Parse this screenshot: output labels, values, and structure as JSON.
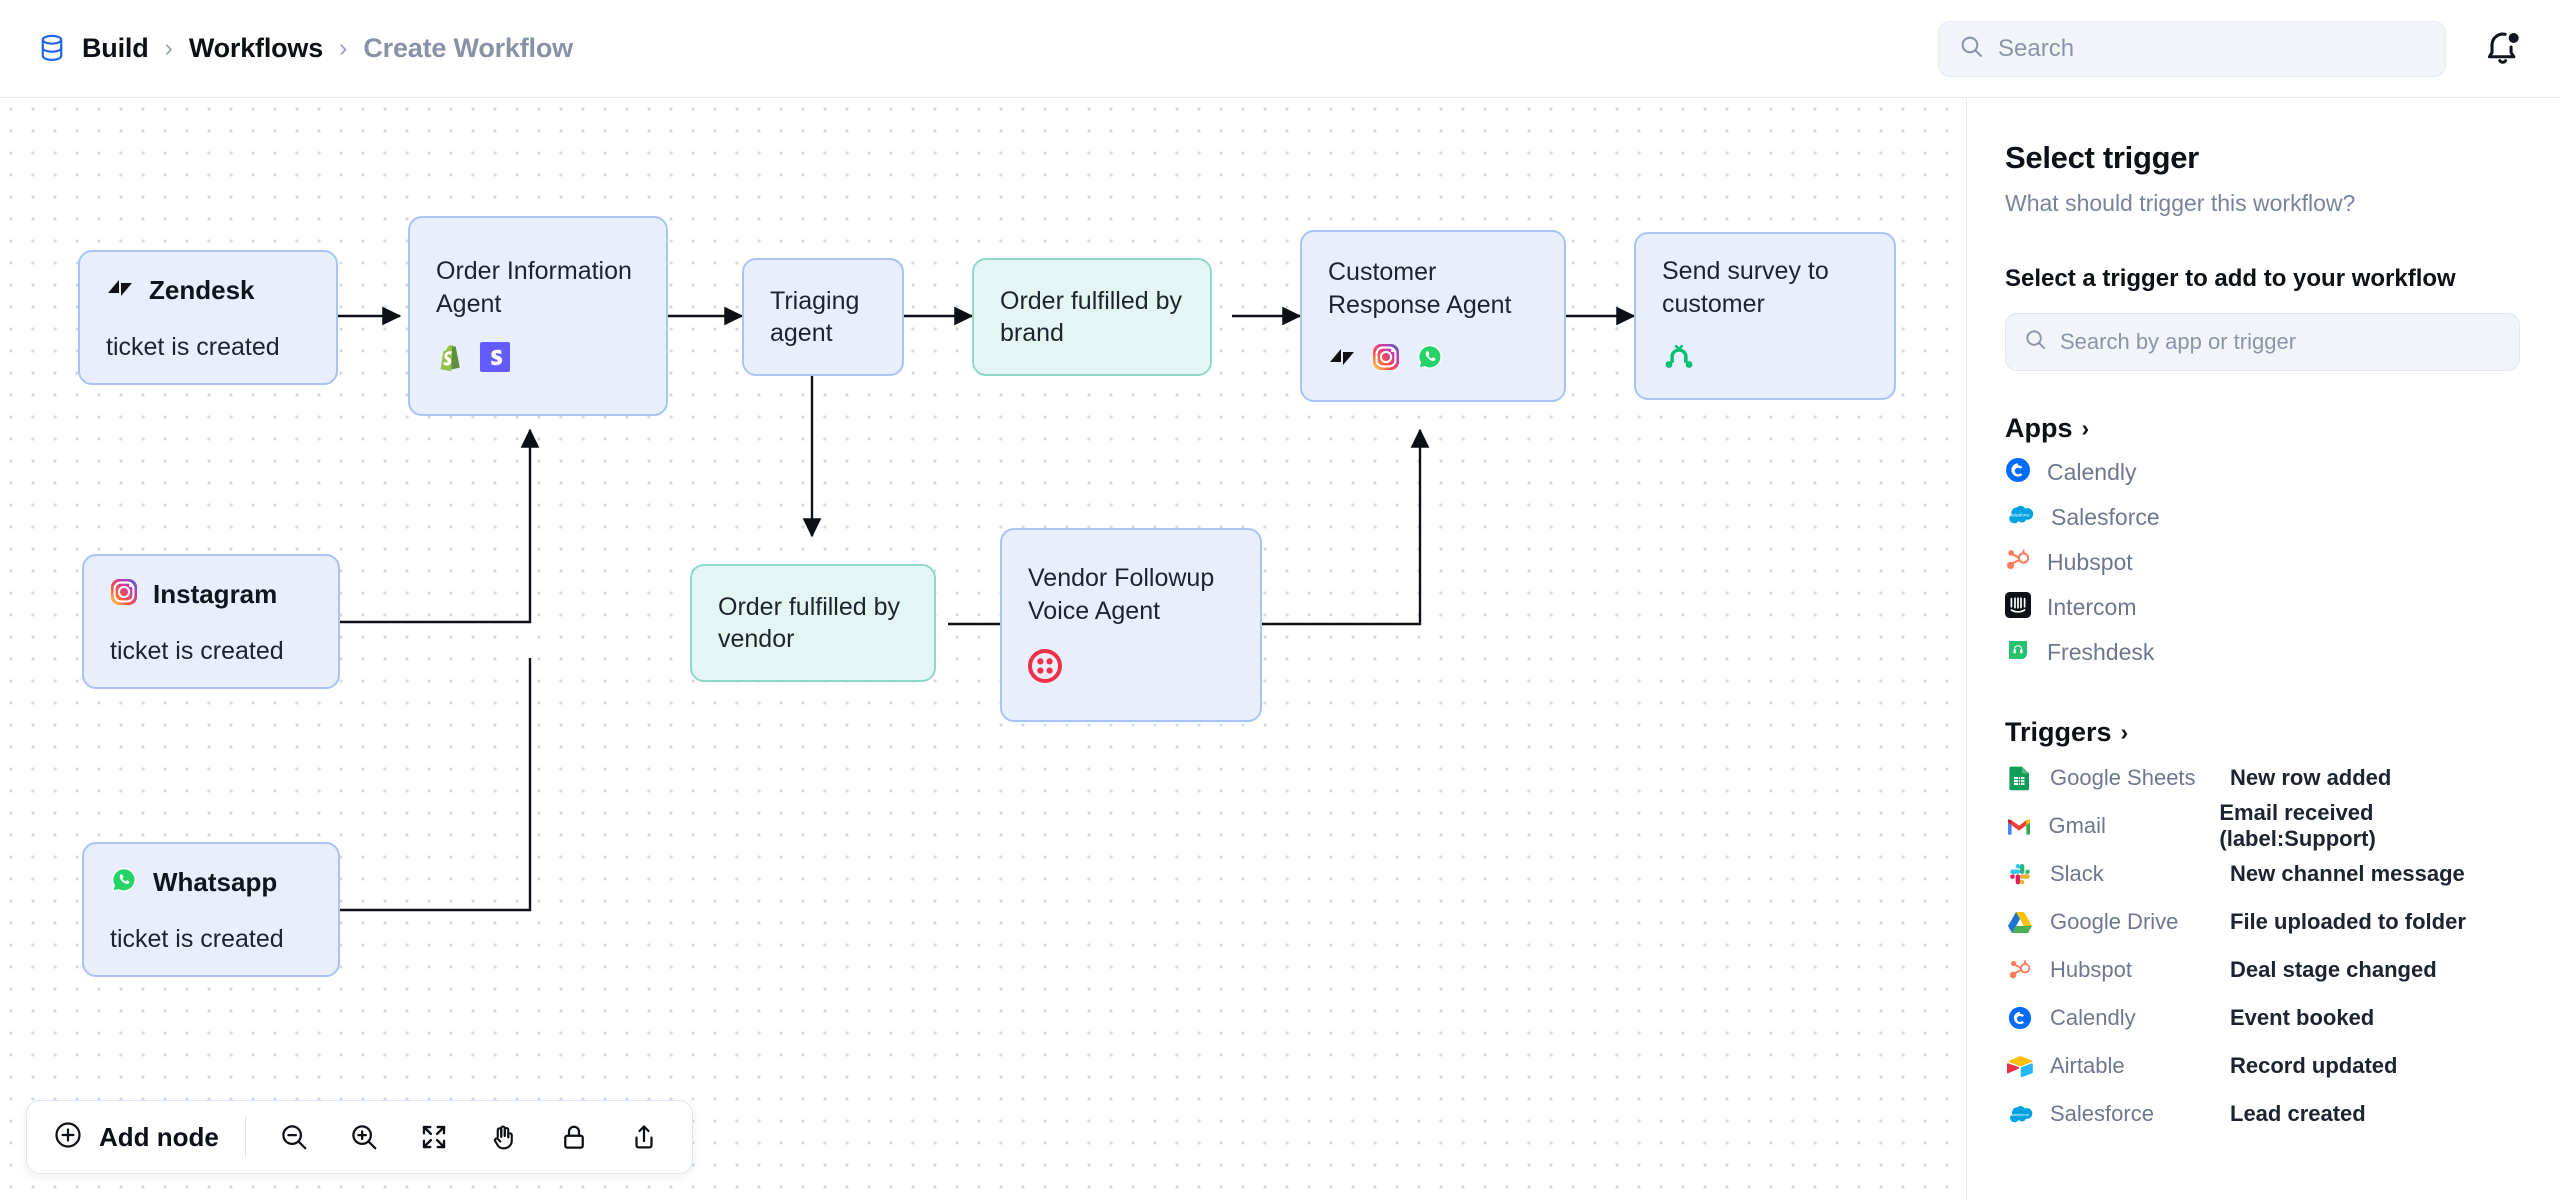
{
  "header": {
    "breadcrumb": [
      {
        "label": "Build",
        "current": false
      },
      {
        "label": "Workflows",
        "current": false
      },
      {
        "label": "Create Workflow",
        "current": true
      }
    ],
    "separator": "›",
    "db_icon": "database-icon",
    "search": {
      "placeholder": "Search",
      "value": "",
      "icon": "search-icon"
    },
    "notifications": {
      "icon": "bell-icon",
      "has_badge": true
    }
  },
  "canvas": {
    "nodes": [
      {
        "id": "zendesk-trigger",
        "kind": "trigger",
        "color": "blue",
        "app": "Zendesk",
        "app_icon": "zendesk-icon",
        "event": "ticket is created"
      },
      {
        "id": "instagram-trigger",
        "kind": "trigger",
        "color": "blue",
        "app": "Instagram",
        "app_icon": "instagram-icon",
        "event": "ticket is created"
      },
      {
        "id": "whatsapp-trigger",
        "kind": "trigger",
        "color": "blue",
        "app": "Whatsapp",
        "app_icon": "whatsapp-icon",
        "event": "ticket is created"
      },
      {
        "id": "order-information-agent",
        "kind": "agent",
        "color": "blue",
        "title": "Order Information Agent",
        "apps": [
          "shopify-icon",
          "stripe-icon"
        ]
      },
      {
        "id": "triaging-agent",
        "kind": "agent",
        "color": "blue",
        "title": "Triaging agent",
        "apps": []
      },
      {
        "id": "order-fulfilled-by-brand",
        "kind": "condition",
        "color": "green",
        "title": "Order fulfilled by brand",
        "apps": []
      },
      {
        "id": "order-fulfilled-by-vendor",
        "kind": "condition",
        "color": "green",
        "title": "Order fulfilled by vendor",
        "apps": []
      },
      {
        "id": "vendor-followup-voice-agent",
        "kind": "agent",
        "color": "blue",
        "title": "Vendor Followup Voice Agent",
        "apps": [
          "twilio-icon"
        ]
      },
      {
        "id": "customer-response-agent",
        "kind": "agent",
        "color": "blue",
        "title": "Customer Response Agent",
        "apps": [
          "zendesk-icon",
          "instagram-icon",
          "whatsapp-icon"
        ]
      },
      {
        "id": "send-survey-to-customer",
        "kind": "action",
        "color": "blue",
        "title": "Send survey to customer",
        "apps": [
          "surveymonkey-icon"
        ]
      }
    ]
  },
  "toolbar": {
    "add_node_label": "Add node",
    "add_node_icon": "plus-circle-icon",
    "buttons": [
      {
        "name": "zoom-out-button",
        "icon": "zoom-out-icon"
      },
      {
        "name": "zoom-in-button",
        "icon": "zoom-in-icon"
      },
      {
        "name": "fit-view-button",
        "icon": "fit-screen-icon"
      },
      {
        "name": "pan-button",
        "icon": "hand-icon"
      },
      {
        "name": "lock-button",
        "icon": "lock-icon"
      },
      {
        "name": "share-button",
        "icon": "share-upload-icon"
      }
    ]
  },
  "panel": {
    "title": "Select trigger",
    "subtitle": "What should trigger this workflow?",
    "section_label": "Select a trigger to add to your workflow",
    "search": {
      "placeholder": "Search by app or trigger",
      "value": "",
      "icon": "search-icon"
    },
    "apps_group": {
      "label": "Apps",
      "chevron": "›",
      "items": [
        {
          "name": "Calendly",
          "icon": "calendly-icon"
        },
        {
          "name": "Salesforce",
          "icon": "salesforce-icon"
        },
        {
          "name": "Hubspot",
          "icon": "hubspot-icon"
        },
        {
          "name": "Intercom",
          "icon": "intercom-icon"
        },
        {
          "name": "Freshdesk",
          "icon": "freshdesk-icon"
        }
      ]
    },
    "triggers_group": {
      "label": "Triggers",
      "chevron": "›",
      "items": [
        {
          "app": "Google Sheets",
          "icon": "google-sheets-icon",
          "event": "New row added"
        },
        {
          "app": "Gmail",
          "icon": "gmail-icon",
          "event": "Email received (label:Support)"
        },
        {
          "app": "Slack",
          "icon": "slack-icon",
          "event": "New channel message"
        },
        {
          "app": "Google Drive",
          "icon": "google-drive-icon",
          "event": "File uploaded to folder"
        },
        {
          "app": "Hubspot",
          "icon": "hubspot-icon",
          "event": "Deal stage changed"
        },
        {
          "app": "Calendly",
          "icon": "calendly-icon",
          "event": "Event booked"
        },
        {
          "app": "Airtable",
          "icon": "airtable-icon",
          "event": "Record updated"
        },
        {
          "app": "Salesforce",
          "icon": "salesforce-icon",
          "event": "Lead created"
        }
      ]
    }
  },
  "colors": {
    "node_blue_bg": "#e8eefc",
    "node_blue_border": "#a9c3f5",
    "node_green_bg": "#e4f6f1",
    "node_green_border": "#8fd8c8",
    "accent": "#2563eb",
    "canvas_dot": "#d3dae6"
  }
}
